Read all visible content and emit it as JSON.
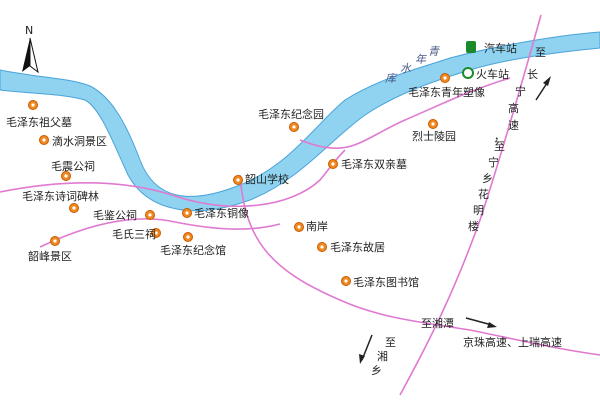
{
  "map": {
    "north_label": "N",
    "river_name": [
      "库",
      "水",
      "年",
      "青"
    ],
    "places": [
      {
        "id": "bus-station",
        "label": "汽车站",
        "icon": "bus-icon"
      },
      {
        "id": "train-station",
        "label": "火车站",
        "icon": "train-icon"
      },
      {
        "id": "youth-statue",
        "label": "毛泽东青年塑像",
        "icon": "poi-icon"
      },
      {
        "id": "memorial-garden",
        "label": "毛泽东纪念园",
        "icon": "poi-icon"
      },
      {
        "id": "martyrs-cemetery",
        "label": "烈士陵园",
        "icon": "poi-icon"
      },
      {
        "id": "parents-tomb",
        "label": "毛泽东双亲墓",
        "icon": "poi-icon"
      },
      {
        "id": "shaoshan-school",
        "label": "韶山学校",
        "icon": "poi-icon"
      },
      {
        "id": "bronze-statue",
        "label": "毛泽东铜像",
        "icon": "poi-icon"
      },
      {
        "id": "nanan",
        "label": "南岸",
        "icon": "poi-icon"
      },
      {
        "id": "former-residence",
        "label": "毛泽东故居",
        "icon": "poi-icon"
      },
      {
        "id": "library",
        "label": "毛泽东图书馆",
        "icon": "poi-icon"
      },
      {
        "id": "memorial-hall",
        "label": "毛泽东纪念馆",
        "icon": "poi-icon"
      },
      {
        "id": "ancestral-shrine",
        "label": "毛氏三祠",
        "icon": "poi-icon"
      },
      {
        "id": "jian-shrine",
        "label": "毛鉴公祠",
        "icon": "poi-icon"
      },
      {
        "id": "zhen-shrine",
        "label": "毛震公祠",
        "icon": "poi-icon"
      },
      {
        "id": "poetry-forest",
        "label": "毛泽东诗词碑林",
        "icon": "poi-icon"
      },
      {
        "id": "shaofeng",
        "label": "韶峰景区",
        "icon": "poi-icon"
      },
      {
        "id": "grandfather-tomb",
        "label": "毛泽东祖父墓",
        "icon": "poi-icon"
      },
      {
        "id": "dishui-cave",
        "label": "滴水洞景区",
        "icon": "poi-icon"
      }
    ],
    "roads": {
      "to_changsha": [
        "至",
        "长",
        "宁",
        "高",
        "速"
      ],
      "to_ningxiang": [
        "，",
        "至",
        "宁",
        "乡",
        "花",
        "明",
        "楼"
      ],
      "to_xiangtan": "至湘潭",
      "expressway": "京珠高速、上瑞高速",
      "to_xiangxiang": [
        "至",
        "湘",
        "乡"
      ]
    },
    "colors": {
      "river_fill": "#8fd3f0",
      "river_edge": "#4aa3d9",
      "road": "#e07ad0",
      "poi": "#f08a20",
      "station": "#1a8a2a"
    }
  }
}
